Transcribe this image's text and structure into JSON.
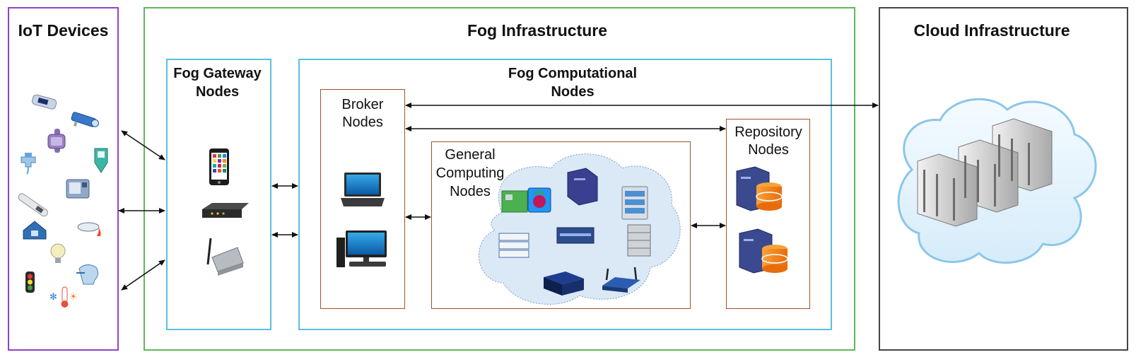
{
  "iot": {
    "title": "IoT Devices"
  },
  "fog": {
    "title": "Fog Infrastructure",
    "gateway": {
      "title_line1": "Fog Gateway",
      "title_line2": "Nodes"
    },
    "computational": {
      "title_line1": "Fog Computational",
      "title_line2": "Nodes"
    },
    "broker": {
      "line1": "Broker",
      "line2": "Nodes"
    },
    "general": {
      "line1": "General",
      "line2": "Computing",
      "line3": "Nodes"
    },
    "repository": {
      "line1": "Repository",
      "line2": "Nodes"
    }
  },
  "cloud": {
    "title": "Cloud Infrastructure"
  },
  "colors": {
    "iot_border": "#8e44c8",
    "fog_border": "#5cb85c",
    "gateway_border": "#5bc0de",
    "node_border": "#a0522d",
    "cloud_border": "#444444",
    "arrow": "#111111"
  },
  "icons": {
    "iot": [
      "pulse-oximeter-icon",
      "security-camera-icon",
      "smartwatch-icon",
      "smart-faucet-icon",
      "glucose-meter-icon",
      "thermometer-gun-icon",
      "blood-pressure-monitor-icon",
      "smart-home-icon",
      "smoke-detector-icon",
      "smart-bulb-icon",
      "traffic-light-icon",
      "head-sensor-icon",
      "temperature-sensor-icon"
    ],
    "gateway": [
      "smartphone-icon",
      "router-icon",
      "iot-gateway-icon"
    ],
    "broker": [
      "laptop-icon",
      "desktop-computer-icon"
    ],
    "general": [
      "raspberry-pi-icon",
      "server-tower-icon",
      "server-rack-icon",
      "blade-server-icon",
      "network-switch-icon",
      "rack-server-icon",
      "mini-pc-icon",
      "wifi-router-icon"
    ],
    "repository": [
      "database-server-icon",
      "database-server-icon"
    ],
    "cloud": [
      "cloud-datacenter-icon"
    ]
  }
}
